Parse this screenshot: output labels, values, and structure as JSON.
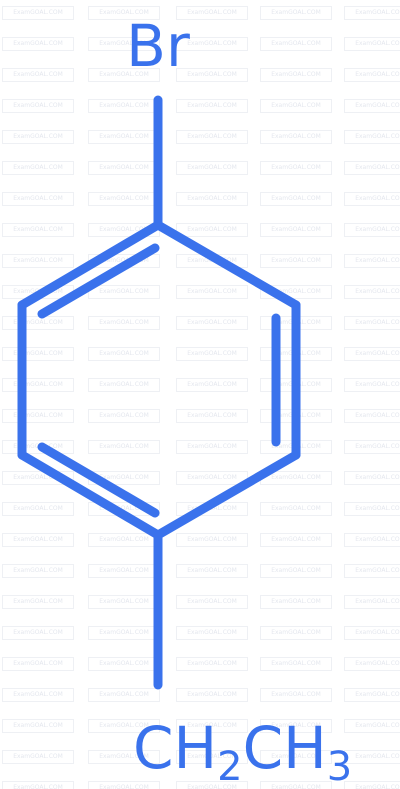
{
  "watermark": {
    "text": "ExamGOAL.COM"
  },
  "molecule": {
    "top_label": "Br",
    "bottom_label_parts": [
      {
        "text": "CH",
        "sub": false
      },
      {
        "text": "2",
        "sub": true
      },
      {
        "text": "CH",
        "sub": false
      },
      {
        "text": "3",
        "sub": true
      }
    ],
    "bond_color": "#3a72ec",
    "label_color": "#3a72ec"
  }
}
